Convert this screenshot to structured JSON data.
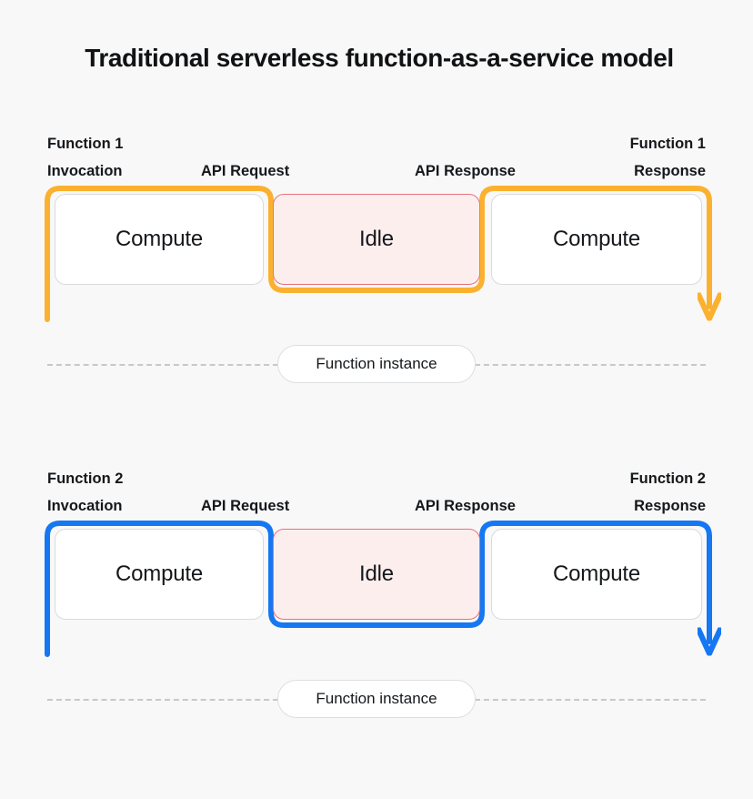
{
  "page": {
    "background_color": "#f8f8f8",
    "title": "Traditional serverless function-as-a-service model"
  },
  "colors": {
    "orange_accent": "#fbb12f",
    "blue_accent": "#1677f2",
    "idle_fill": "#fdeeee",
    "idle_border": "#e4737b",
    "compute_fill": "#ffffff",
    "compute_border": "#d8dadd",
    "dash_line": "#c6c9cc",
    "text": "#15181b"
  },
  "sections": [
    {
      "id": "function-1",
      "accent_color": "#fbb12f",
      "labels": {
        "invocation": "Function 1\nInvocation",
        "api_request": "API Request",
        "api_response": "API Response",
        "response": "Function 1\nResponse"
      },
      "boxes": [
        {
          "label": "Compute",
          "state": "compute"
        },
        {
          "label": "Idle",
          "state": "idle"
        },
        {
          "label": "Compute",
          "state": "compute"
        }
      ],
      "divider_label": "Function instance"
    },
    {
      "id": "function-2",
      "accent_color": "#1677f2",
      "labels": {
        "invocation": "Function 2\nInvocation",
        "api_request": "API Request",
        "api_response": "API Response",
        "response": "Function 2\nResponse"
      },
      "boxes": [
        {
          "label": "Compute",
          "state": "compute"
        },
        {
          "label": "Idle",
          "state": "idle"
        },
        {
          "label": "Compute",
          "state": "compute"
        }
      ],
      "divider_label": "Function instance"
    }
  ]
}
